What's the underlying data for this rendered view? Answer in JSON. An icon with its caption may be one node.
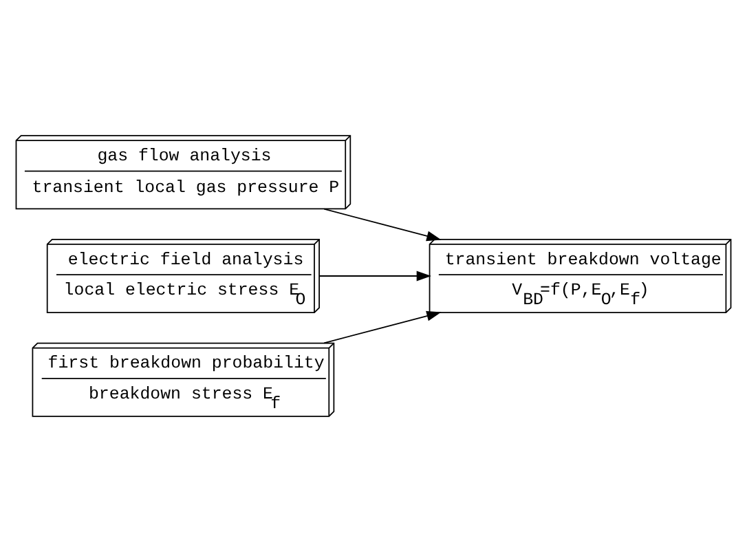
{
  "diagram": {
    "nodes": [
      {
        "text": [
          "gas flow analysis",
          "transient local gas pressure P"
        ]
      },
      {
        "text": [
          "electric field analysis",
          "local electric stress E$_{O}$"
        ]
      },
      {
        "text": [
          "first breakdown probability",
          "breakdown stress E$_{f}$"
        ]
      },
      {
        "text": [
          "transient breakdown voltage",
          "V$_{BD}$=f(P,E$_{O}$,E$_{f}$)"
        ]
      }
    ],
    "edges": [
      {
        "from": 0,
        "to": 3,
        "arrow": "to"
      },
      {
        "from": 1,
        "to": 3,
        "arrow": "to"
      },
      {
        "from": 2,
        "to": 3,
        "arrow": "to"
      }
    ]
  }
}
